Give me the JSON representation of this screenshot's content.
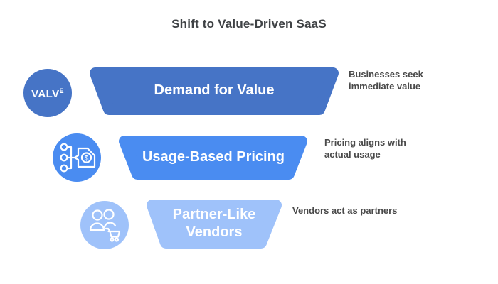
{
  "title": "Shift to Value-Driven SaaS",
  "colors": {
    "background": "#FFFFFF",
    "title_text": "#3F4245",
    "note_text": "#4A4A4A",
    "stage_label_text": "#FFFFFF",
    "stage1_blue": "#4674C6",
    "stage2_blue": "#4A8CF1",
    "stage3_blue": "#9FC2FA"
  },
  "funnel": {
    "type": "funnel",
    "stages": [
      {
        "label": "Demand for Value",
        "note": "Businesses seek immediate value",
        "color": "#4674C6",
        "icon": "value-badge"
      },
      {
        "label": "Usage-Based Pricing",
        "note": "Pricing aligns with actual usage",
        "color": "#4A8CF1",
        "icon": "nodes-price-tag"
      },
      {
        "label": "Partner-Like Vendors",
        "note": "Vendors act as partners",
        "color": "#9FC2FA",
        "icon": "people-shopping-cart"
      }
    ]
  },
  "icons": {
    "value_badge_text": "VALV",
    "value_badge_sup": "E",
    "price_tag_symbol": "$"
  }
}
